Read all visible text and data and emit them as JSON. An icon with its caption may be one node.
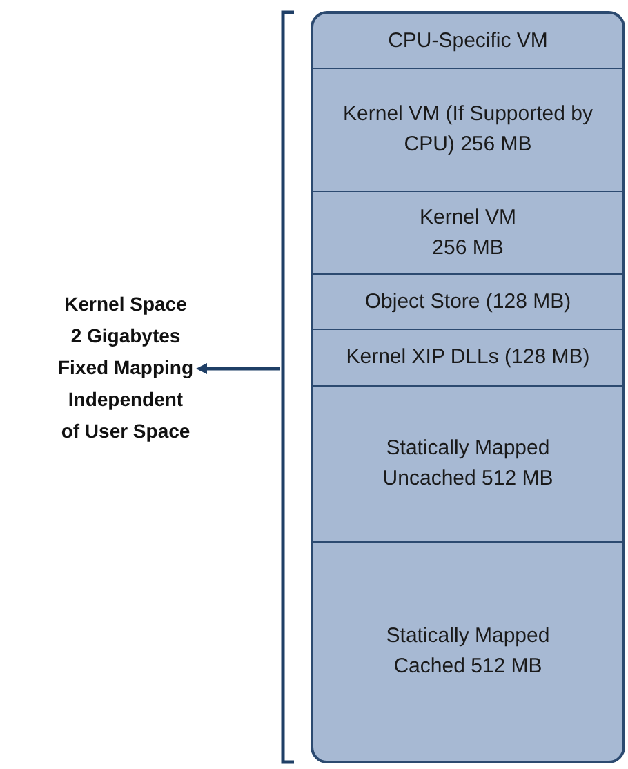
{
  "diagram": {
    "nodes": [
      {
        "text": [],
        "shape": "box"
      },
      {
        "text": [
          "CPU-Specific VM"
        ],
        "in": 0
      },
      {
        "text": [
          "Kernel VM (If Supported by CPU) 256 MB"
        ],
        "in": 0
      },
      {
        "text": [
          "Kernel VM 256 MB"
        ],
        "in": 0
      },
      {
        "text": [
          "Object Store (128 MB)"
        ],
        "in": 0
      },
      {
        "text": [
          "Kernel XIP DLLs (128 MB)"
        ],
        "in": 0
      },
      {
        "text": [
          "Statically Mapped Uncached 512 MB"
        ],
        "in": 0
      },
      {
        "text": [
          "Statically Mapped Cached 512 MB"
        ],
        "in": 0
      },
      {
        "text": [
          "Kernel Space 2 Gigabytes Fixed Mapping Independent of User Space"
        ]
      }
    ],
    "edges": [
      {
        "from": null,
        "to": 8,
        "arrow": "to"
      }
    ]
  }
}
